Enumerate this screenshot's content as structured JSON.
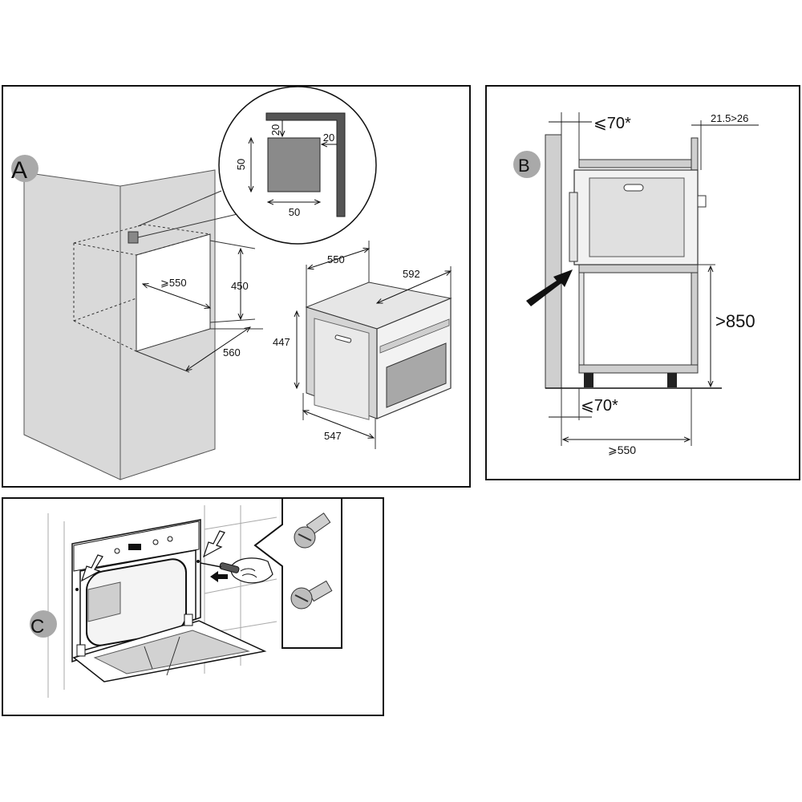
{
  "panels": {
    "a": {
      "badge": "A"
    },
    "b": {
      "badge": "B"
    },
    "c": {
      "badge": "C"
    }
  },
  "panel_a": {
    "inset": {
      "dim_20_top": "20",
      "dim_20_right": "20",
      "dim_50_left": "50",
      "dim_50_bottom": "50"
    },
    "niche": {
      "width": "⩾550",
      "height": "450",
      "depth": "560"
    },
    "oven": {
      "width": "550",
      "overall_width": "592",
      "height": "447",
      "depth": "547"
    }
  },
  "panel_b": {
    "gap_top": "⩽70*",
    "frame": "21.5>26",
    "height": ">850",
    "gap_bottom": "⩽70*",
    "depth": "⩾550"
  },
  "colors": {
    "cabinet_fill": "#d9d9d9",
    "badge_fill": "#a9a9a9",
    "line": "#1a1a1a"
  }
}
